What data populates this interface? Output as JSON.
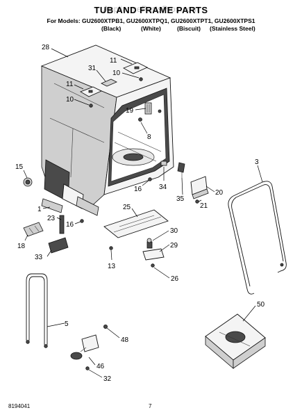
{
  "header": {
    "watermark": "AppliancePartsPros.com",
    "title": "TUB AND FRAME PARTS",
    "models_line": "For Models: GU2600XTPB1, GU2600XTPQ1, GU2600XTPT1, GU2600XTPS1",
    "variants": [
      "(Black)",
      "(White)",
      "(Biscuit)",
      "(Stainless Steel)"
    ]
  },
  "callouts": [
    {
      "id": "c28",
      "label": "28"
    },
    {
      "id": "c11a",
      "label": "11"
    },
    {
      "id": "c10a",
      "label": "10"
    },
    {
      "id": "c31",
      "label": "31"
    },
    {
      "id": "c11b",
      "label": "11"
    },
    {
      "id": "c10b",
      "label": "10"
    },
    {
      "id": "c19",
      "label": "19"
    },
    {
      "id": "c8",
      "label": "8"
    },
    {
      "id": "c3",
      "label": "3"
    },
    {
      "id": "c15",
      "label": "15"
    },
    {
      "id": "c16a",
      "label": "16"
    },
    {
      "id": "c34",
      "label": "34"
    },
    {
      "id": "c35",
      "label": "35"
    },
    {
      "id": "c20",
      "label": "20"
    },
    {
      "id": "c21",
      "label": "21"
    },
    {
      "id": "c1",
      "label": "1"
    },
    {
      "id": "c25",
      "label": "25"
    },
    {
      "id": "c23",
      "label": "23"
    },
    {
      "id": "c16b",
      "label": "16"
    },
    {
      "id": "c30",
      "label": "30"
    },
    {
      "id": "c18",
      "label": "18"
    },
    {
      "id": "c29",
      "label": "29"
    },
    {
      "id": "c33",
      "label": "33"
    },
    {
      "id": "c13",
      "label": "13"
    },
    {
      "id": "c26",
      "label": "26"
    },
    {
      "id": "c50",
      "label": "50"
    },
    {
      "id": "c5",
      "label": "5"
    },
    {
      "id": "c48",
      "label": "48"
    },
    {
      "id": "c46",
      "label": "46"
    },
    {
      "id": "c32",
      "label": "32"
    }
  ],
  "footer": {
    "code": "8194041",
    "page": "7"
  }
}
